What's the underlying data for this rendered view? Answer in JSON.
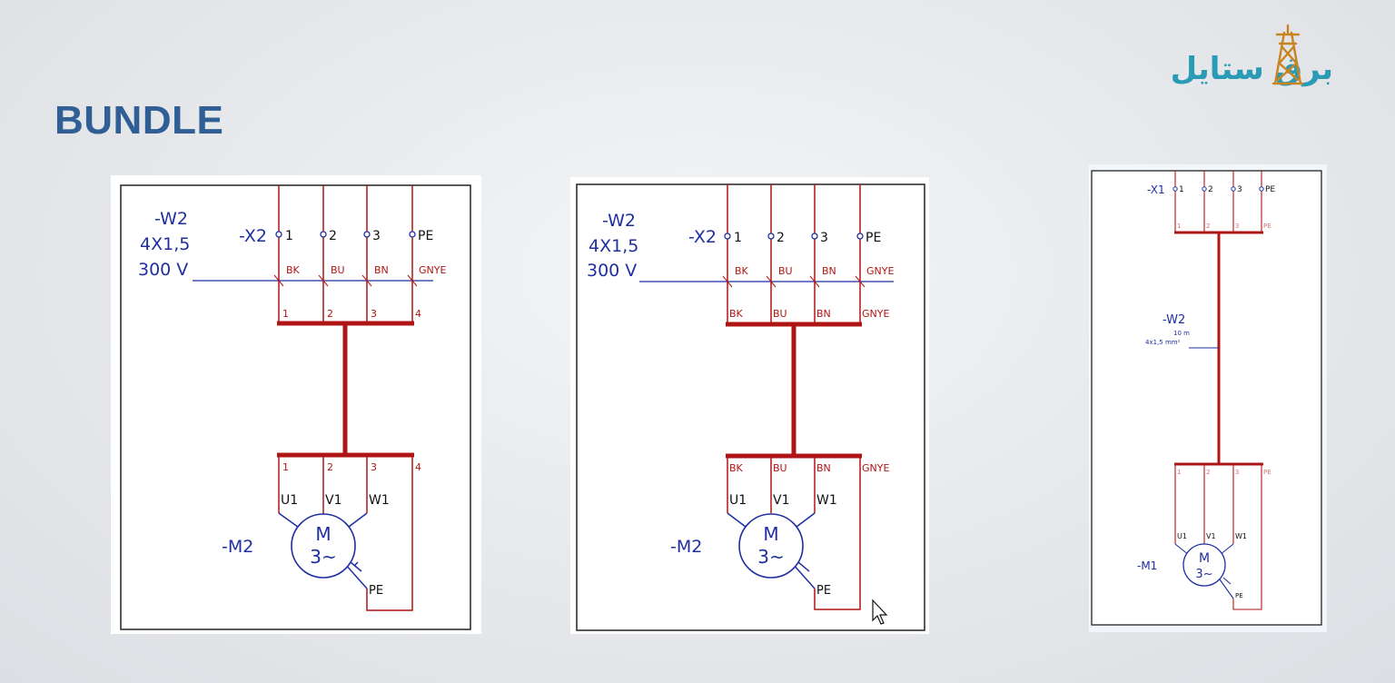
{
  "slide": {
    "title": "BUNDLE",
    "logo_text": "برق ستایل"
  },
  "colors": {
    "title": "#2f5f95",
    "wire": "#b01515",
    "label_blue": "#1f2fa0",
    "logo": "#2a9bb5",
    "tower": "#c8841f"
  },
  "panel1": {
    "cable_name": "-W2",
    "cable_spec": "4X1,5",
    "cable_voltage": "300 V",
    "terminal_name": "-X2",
    "terminals": [
      "1",
      "2",
      "3",
      "PE"
    ],
    "cores_top": [
      "BK",
      "BU",
      "BN",
      "GNYE"
    ],
    "bundle_top": [
      "1",
      "2",
      "3",
      "4"
    ],
    "bundle_bottom": [
      "1",
      "2",
      "3",
      "4"
    ],
    "motor_pins": [
      "U1",
      "V1",
      "W1"
    ],
    "motor_name": "-M2",
    "motor_symbol": "M",
    "motor_phase": "3~",
    "pe_label": "PE"
  },
  "panel2": {
    "cable_name": "-W2",
    "cable_spec": "4X1,5",
    "cable_voltage": "300 V",
    "terminal_name": "-X2",
    "terminals": [
      "1",
      "2",
      "3",
      "PE"
    ],
    "cores_top": [
      "BK",
      "BU",
      "BN",
      "GNYE"
    ],
    "bundle_top": [
      "BK",
      "BU",
      "BN",
      "GNYE"
    ],
    "bundle_bottom": [
      "BK",
      "BU",
      "BN",
      "GNYE"
    ],
    "motor_pins": [
      "U1",
      "V1",
      "W1"
    ],
    "motor_name": "-M2",
    "motor_symbol": "M",
    "motor_phase": "3~",
    "pe_label": "PE"
  },
  "panel3": {
    "terminal_name": "-X1",
    "terminals": [
      "1",
      "2",
      "3",
      "PE"
    ],
    "bundle_top": [
      "1",
      "2",
      "3",
      "PE"
    ],
    "cable_name": "-W2",
    "cable_length": "10 m",
    "cable_spec": "4x1,5 mm²",
    "bundle_bottom": [
      "1",
      "2",
      "3",
      "PE"
    ],
    "motor_pins": [
      "U1",
      "V1",
      "W1"
    ],
    "motor_name": "-M1",
    "motor_symbol": "M",
    "motor_phase": "3~",
    "pe_label": "PE"
  }
}
